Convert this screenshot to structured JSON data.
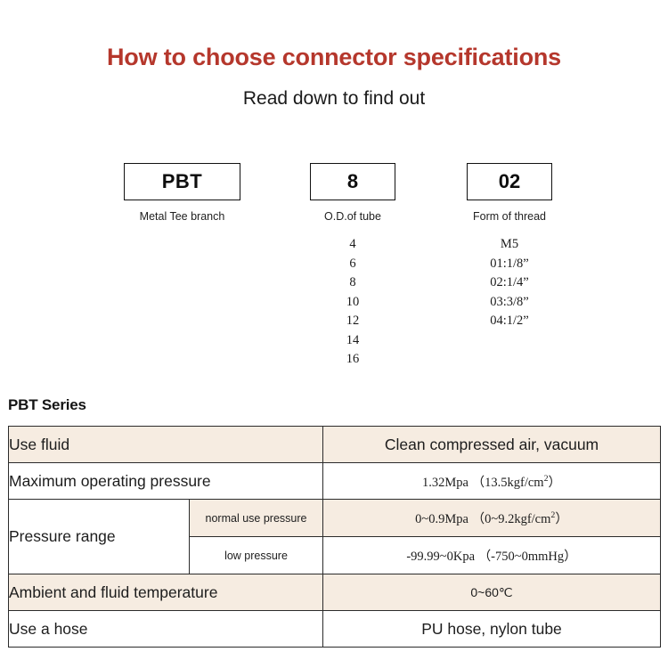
{
  "header": {
    "title": "How to choose connector specifications",
    "subtitle": "Read down to find out",
    "title_color": "#b5372c"
  },
  "code_builder": {
    "segments": [
      {
        "code": "PBT",
        "caption": "Metal Tee branch",
        "options": []
      },
      {
        "code": "8",
        "caption": "O.D.of tube",
        "options": [
          "4",
          "6",
          "8",
          "10",
          "12",
          "14",
          "16"
        ]
      },
      {
        "code": "02",
        "caption": "Form of thread",
        "options": [
          "M5",
          "01:1/8”",
          "02:1/4”",
          "03:3/8”",
          "04:1/2”"
        ]
      }
    ]
  },
  "spec": {
    "series_label": "PBT Series",
    "shade_color": "#f6ece1",
    "rows": [
      {
        "label": "Use fluid",
        "sublabel": "",
        "value": "Clean compressed air, vacuum"
      },
      {
        "label": "Maximum operating pressure",
        "sublabel": "",
        "value_main": "1.32Mpa",
        "value_paren": "（13.5kgf/cm",
        "value_sup": "2",
        "value_close": "）"
      },
      {
        "label": "Pressure range",
        "sublabel": "normal use pressure",
        "value_main": "0~0.9Mpa",
        "value_paren": "（0~9.2kgf/cm",
        "value_sup": "2",
        "value_close": "）"
      },
      {
        "label": "",
        "sublabel": "low pressure",
        "value_main": "-99.99~0Kpa",
        "value_paren": "（-750~0mmHg）"
      },
      {
        "label": "Ambient and fluid temperature",
        "sublabel": "",
        "value": "0~60℃"
      },
      {
        "label": "Use a hose",
        "sublabel": "",
        "value": "PU hose, nylon tube"
      }
    ]
  }
}
